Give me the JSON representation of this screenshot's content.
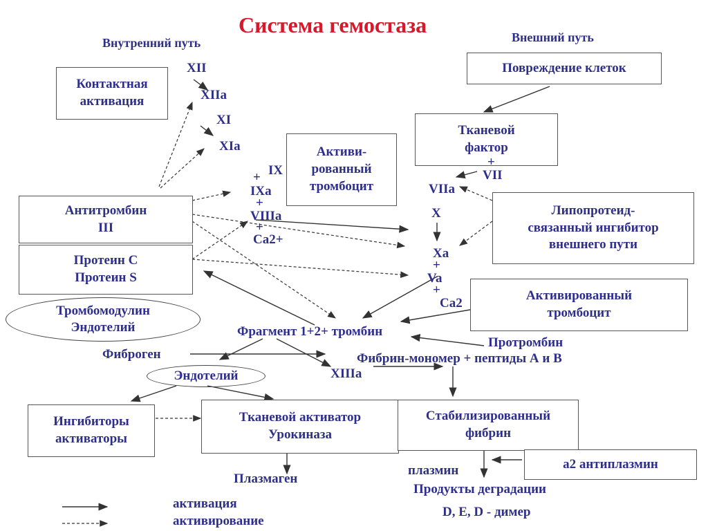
{
  "title": "Система гемостаза",
  "intrinsic_label": "Внутренний путь",
  "extrinsic_label": "Внешний путь",
  "boxes": {
    "contact": [
      "Контактная",
      "активация"
    ],
    "cell_damage": "Повреждение клеток",
    "tissue_factor": [
      "Тканевой",
      "фактор"
    ],
    "activated_platelet_1": [
      "Активи-",
      "рованный",
      "тромбоцит"
    ],
    "antithrombin": [
      "Антитромбин",
      "III"
    ],
    "protein": [
      "Протеин С",
      "Протеин S"
    ],
    "lipoprotein": [
      "Липопротеид-",
      "связанный ингибитор",
      "внешнего пути"
    ],
    "activated_platelet_2": [
      "Активированный",
      "тромбоцит"
    ],
    "inhibitors": [
      "Ингибиторы",
      "активаторы"
    ],
    "tissue_activator": [
      "Тканевой активатор",
      "Урокиназа"
    ],
    "stabilized_fibrin": [
      "Стабилизированный",
      "фибрин"
    ],
    "antiplasmin": "а2 антиплазмин"
  },
  "ellipses": {
    "thrombomodulin": [
      "Тромбомодулин",
      "Эндотелий"
    ],
    "endothelium": "Эндотелий"
  },
  "factors": {
    "xii": "XII",
    "xiia": "XIIa",
    "xi": "XI",
    "xia": "XIa",
    "ix": "IX",
    "ixa": "IXa",
    "viiia": "VIIIa",
    "ca_a": "Ca2+",
    "vii": "VII",
    "viia": "VIIa",
    "x": "X",
    "xa": "Xa",
    "va": "Va",
    "ca_b": "Ca2",
    "xiiia": "XIIIa"
  },
  "labels": {
    "fragment": "Фрагмент 1+2+ тромбин",
    "prothrombin": "Протромбин",
    "fibrinogen": "Фиброген",
    "fibrin_monomer": "Фибрин-мономер + пептиды А и В",
    "plasmagen": "Плазмаген",
    "plasmin": "плазмин",
    "degradation": "Продукты деградации",
    "d_dimer": "D, E, D - димер"
  },
  "legend": {
    "solid": "активация",
    "dashed": "активирование"
  },
  "colors": {
    "title": "#d6192b",
    "text": "#2e2f8a",
    "arrow": "#333333"
  }
}
